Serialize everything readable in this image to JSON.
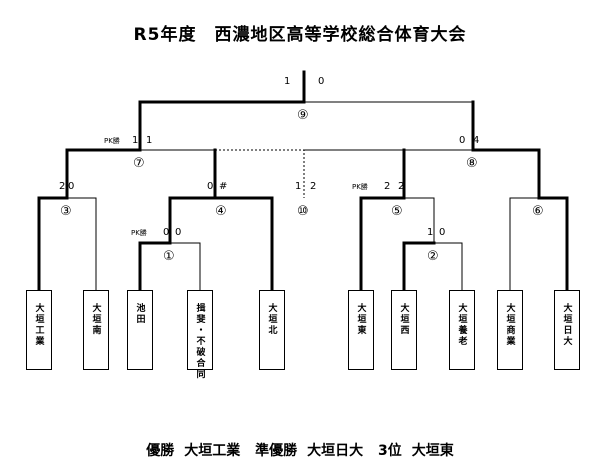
{
  "title": "R5年度　西濃地区高等学校総合体育大会",
  "teams": [
    {
      "id": "t1",
      "name": "大垣工業"
    },
    {
      "id": "t2",
      "name": "大垣南"
    },
    {
      "id": "t3",
      "name": "池田"
    },
    {
      "id": "t4",
      "name": "揖斐・不破合同"
    },
    {
      "id": "t5",
      "name": "大垣北"
    },
    {
      "id": "t6",
      "name": "大垣東"
    },
    {
      "id": "t7",
      "name": "大垣西"
    },
    {
      "id": "t8",
      "name": "大垣養老"
    },
    {
      "id": "t9",
      "name": "大垣商業"
    },
    {
      "id": "t10",
      "name": "大垣日大"
    }
  ],
  "matches": {
    "m1": {
      "label": "①",
      "pk": "PK勝",
      "score_left": "0",
      "score_right": "0"
    },
    "m2": {
      "label": "②",
      "score_left": "1",
      "score_right": "0"
    },
    "m3": {
      "label": "③",
      "score_left": "2",
      "score_right": "0"
    },
    "m4": {
      "label": "④",
      "score_left": "0",
      "score_right": "#"
    },
    "m5": {
      "label": "⑤",
      "pk": "PK勝",
      "score_left": "2",
      "score_right": "2"
    },
    "m6": {
      "label": "⑥"
    },
    "m7": {
      "label": "⑦",
      "pk": "PK勝",
      "score_left": "1",
      "score_right": "1"
    },
    "m8": {
      "label": "⑧",
      "score_left": "0",
      "score_right": "4"
    },
    "m9": {
      "label": "⑨",
      "score_left": "1",
      "score_right": "0"
    },
    "m10": {
      "label": "⑩",
      "score_left": "1",
      "score_right": "2"
    }
  },
  "results": {
    "winner_label": "優勝",
    "winner": "大垣工業",
    "runner_up_label": "準優勝",
    "runner_up": "大垣日大",
    "third_label": "3位",
    "third": "大垣東"
  }
}
